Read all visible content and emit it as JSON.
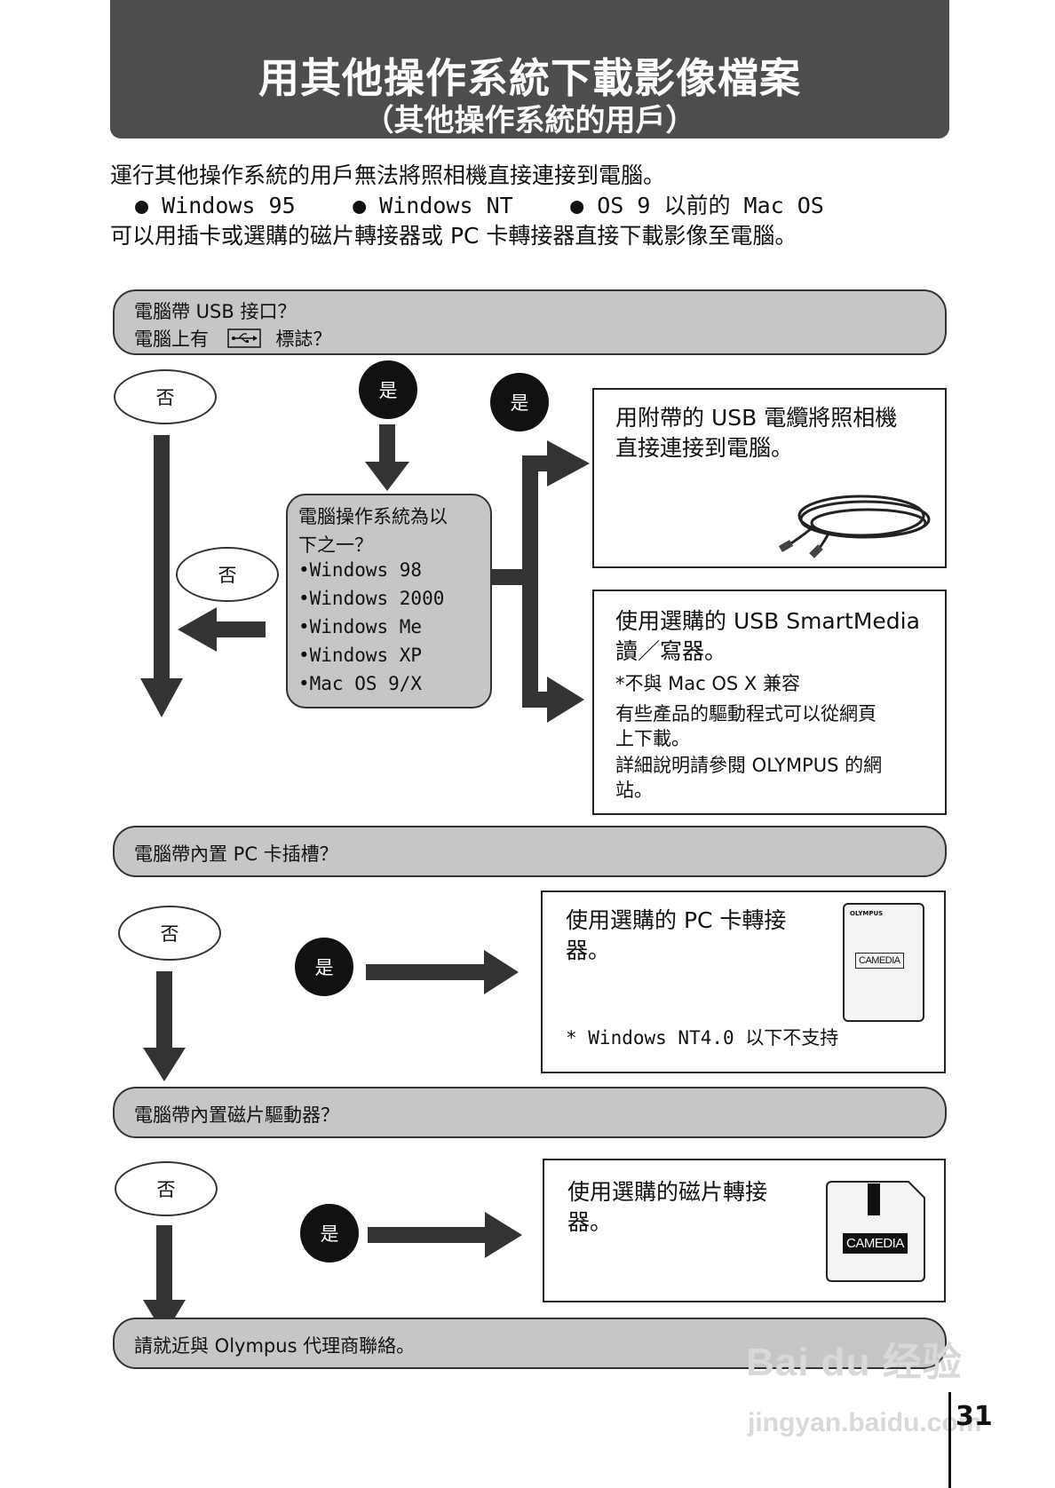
{
  "header": {
    "title": "用其他操作系統下載影像檔案",
    "subtitle": "（其他操作系統的用戶）"
  },
  "intro": {
    "line1": "運行其他操作系統的用戶無法將照相機直接連接到電腦。",
    "bullets": [
      "Windows 95",
      "Windows NT",
      "OS 9 以前的 Mac OS"
    ],
    "line2": "可以用插卡或選購的磁片轉接器或 PC 卡轉接器直接下載影像至電腦。"
  },
  "section1": {
    "question_line1": "電腦帶 USB 接口？",
    "question_line2a": "電腦上有",
    "question_line2b": "標誌？",
    "no_label": "否",
    "yes_label": "是",
    "yes_label_2": "是",
    "no_label_2": "否",
    "os_box": {
      "heading1": "電腦操作系統為以",
      "heading2": "下之一？",
      "items": [
        "•Windows 98",
        "•Windows 2000",
        "•Windows Me",
        "•Windows XP",
        "•Mac OS 9/X"
      ]
    },
    "result_usb_cable": {
      "line1": "用附帶的 USB 電纜將照相機",
      "line2": "直接連接到電腦。"
    },
    "result_reader": {
      "line1": "使用選購的 USB SmartMedia",
      "line2": "讀／寫器。",
      "note1": "*不與 Mac OS X 兼容",
      "note2": "有些產品的驅動程式可以從網頁",
      "note3": "上下載。",
      "note4": "詳細說明請參閱 OLYMPUS 的網",
      "note5": "站。"
    }
  },
  "section2": {
    "question": "電腦帶內置 PC 卡插槽？",
    "no_label": "否",
    "yes_label": "是",
    "result": {
      "line1": "使用選購的 PC 卡轉接",
      "line2": "器。",
      "note": "* Windows NT4.0 以下不支持"
    },
    "card_brand_top": "OLYMPUS",
    "card_brand": "CAMEDIA"
  },
  "section3": {
    "question": "電腦帶內置磁片驅動器？",
    "no_label": "否",
    "yes_label": "是",
    "result": {
      "line1": "使用選購的磁片轉接",
      "line2": "器。"
    },
    "card_brand": "CAMEDIA"
  },
  "final": {
    "text": "請就近與 Olympus 代理商聯絡。"
  },
  "page_number": "31",
  "watermark": {
    "brand": "Bai du 经验",
    "url": "jingyan.baidu.com"
  },
  "colors": {
    "header_bg": "#4d4d4d",
    "box_bg": "#c6c6c6",
    "arrow": "#333333"
  }
}
